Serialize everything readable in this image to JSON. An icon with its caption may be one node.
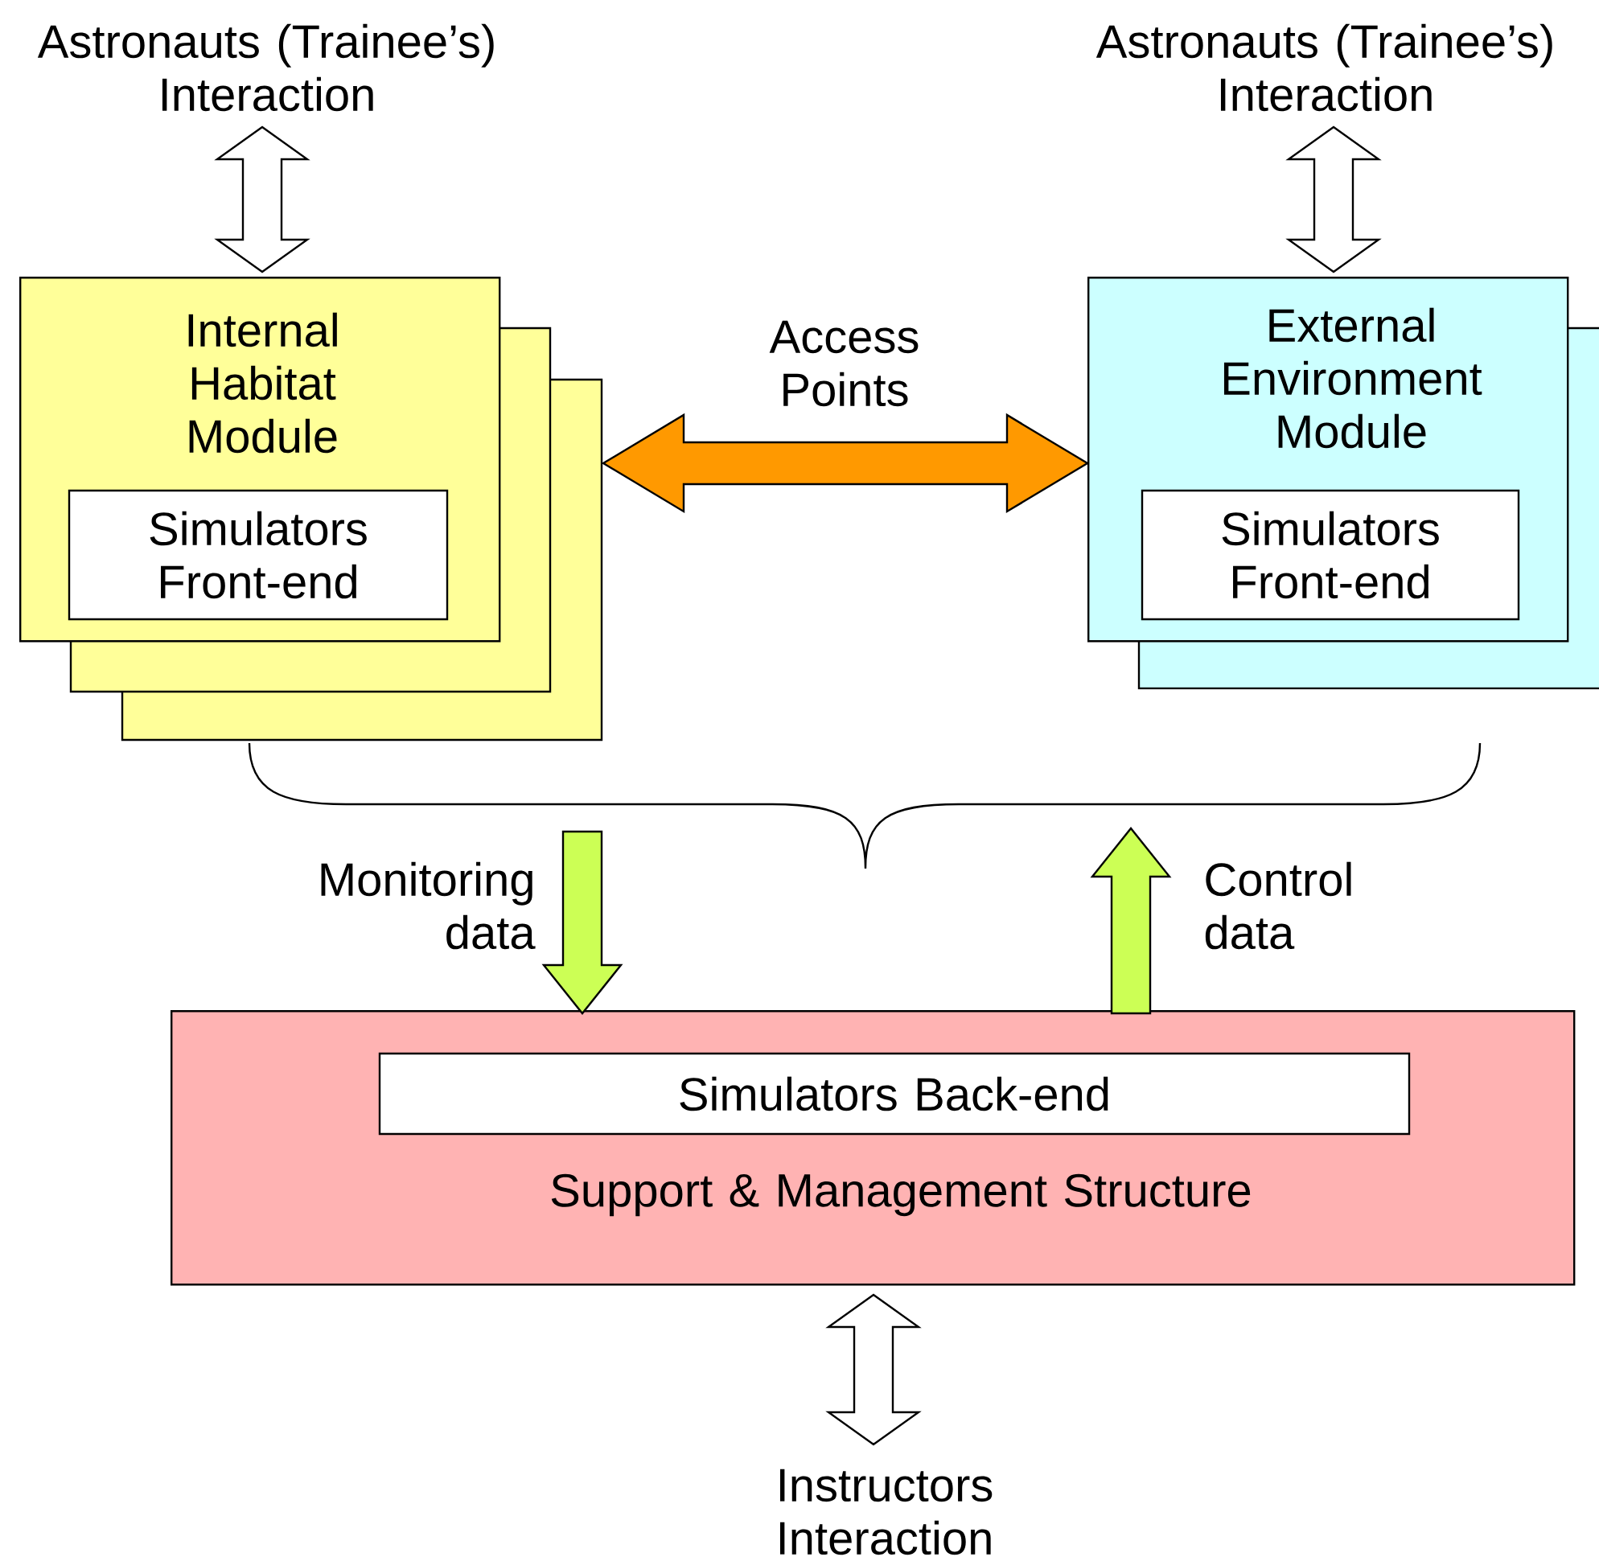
{
  "diagram": {
    "nodes": [
      {
        "text": [
          "Astronauts (Trainee’s) Interaction"
        ]
      },
      {
        "text": [
          "Astronauts (Trainee’s) Interaction"
        ]
      },
      {
        "text": [
          "Internal Habitat Module"
        ]
      },
      {
        "text": [
          "Simulators Front-end"
        ],
        "in": 2
      },
      {
        "text": [
          "External Environment Module"
        ]
      },
      {
        "text": [
          "Simulators Front-end"
        ],
        "in": 4
      },
      {
        "text": [
          "Support & Management Structure"
        ]
      },
      {
        "text": [
          "Simulators Back-end"
        ],
        "in": 6
      },
      {
        "text": [
          "Instructors Interaction"
        ]
      }
    ],
    "edges": [
      {
        "from": 0,
        "to": 2,
        "arrow": "both"
      },
      {
        "from": 1,
        "to": 4,
        "arrow": "both"
      },
      {
        "from": 2,
        "to": 4,
        "arrow": "both",
        "label": "Access Points",
        "color": "#ff9900"
      },
      {
        "from": null,
        "to": 6,
        "arrow": "to",
        "label": "Monitoring data",
        "color": "#ccff55"
      },
      {
        "from": 6,
        "to": null,
        "arrow": "to",
        "label": "Control data",
        "color": "#ccff55"
      },
      {
        "from": 6,
        "to": 8,
        "arrow": "both"
      }
    ]
  }
}
